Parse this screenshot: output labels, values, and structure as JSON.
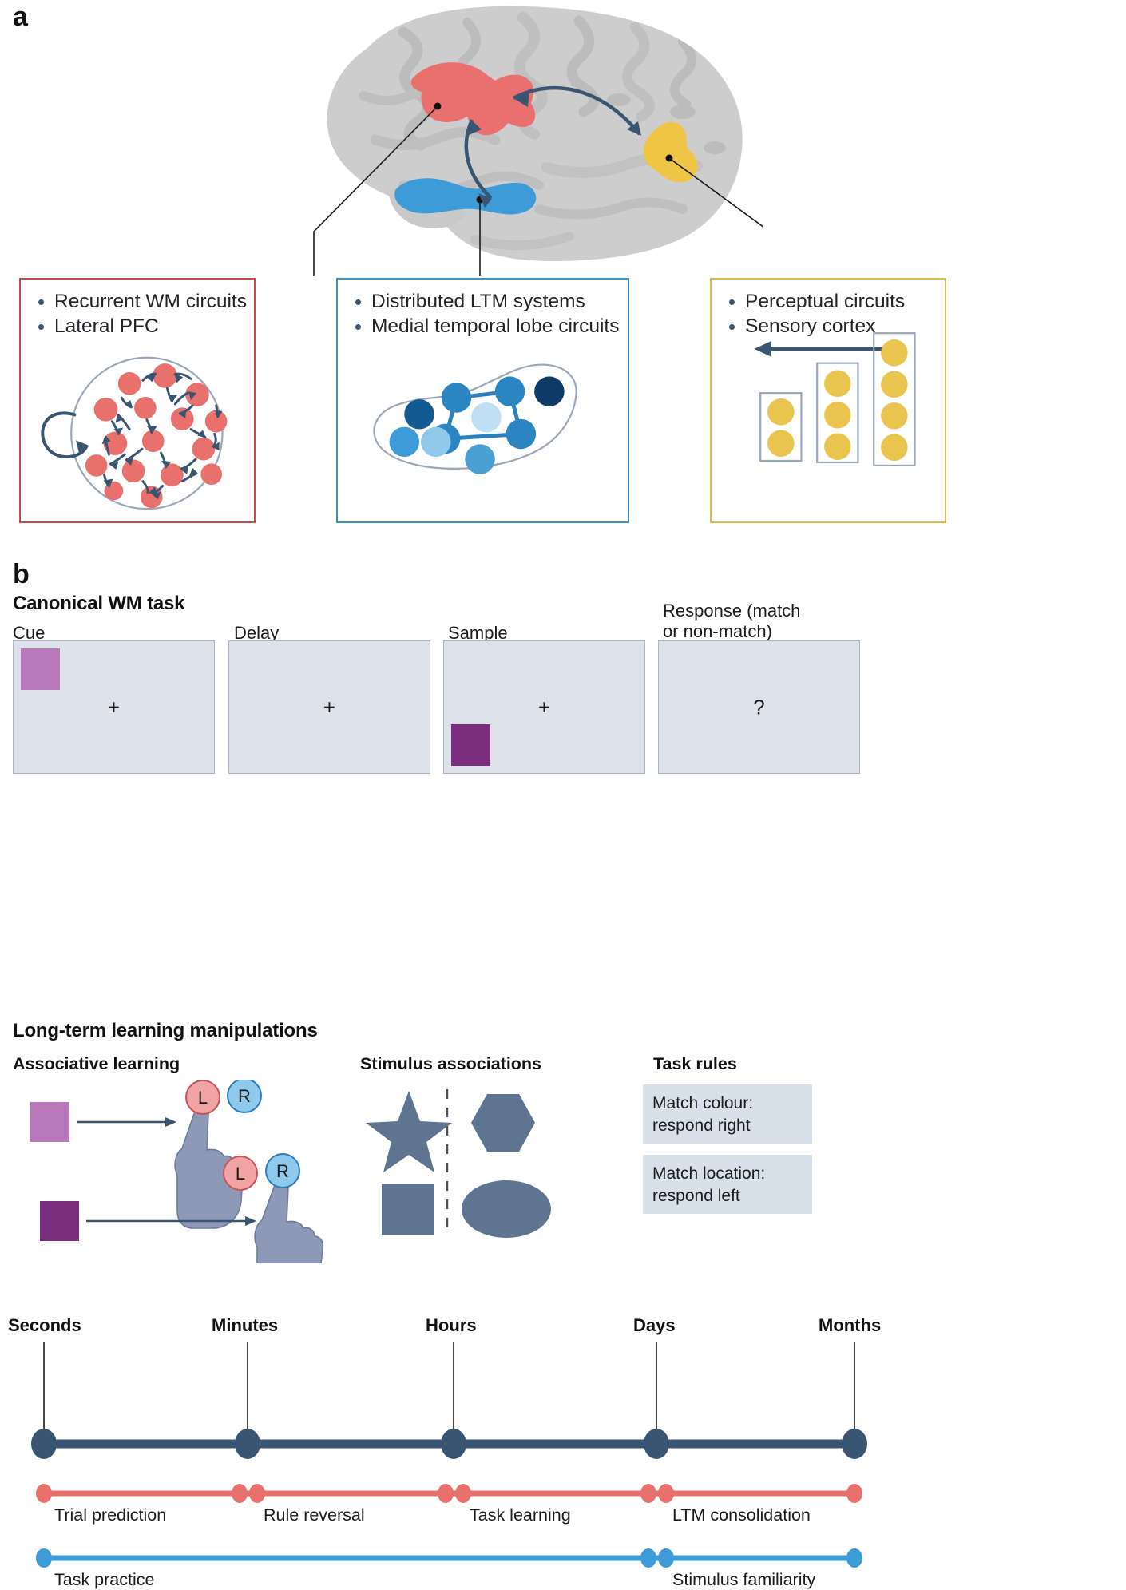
{
  "panels": {
    "a_letter": "a",
    "b_letter": "b"
  },
  "panel_a": {
    "red_box": {
      "border_color": "#cb4b4f",
      "bullets": [
        "Recurrent WM circuits",
        "Lateral PFC"
      ],
      "diagram": "recurrent-network-of-red-neurons-with-arrows-and-self-loop"
    },
    "blue_box": {
      "border_color": "#3f90c4",
      "bullets": [
        "Distributed LTM systems",
        "Medial temporal lobe circuits"
      ],
      "diagram": "hippocampal-outline-with-connected-blue-nodes"
    },
    "yellow_box": {
      "border_color": "#e2bb4a",
      "bullets": [
        "Perceptual circuits",
        "Sensory cortex"
      ],
      "diagram": "three-columns-of-yellow-dots-with-leftward-arrow"
    },
    "brain": {
      "regions": [
        {
          "name": "lateral-pfc",
          "color": "#ea6f6f"
        },
        {
          "name": "medial-temporal-lobe",
          "color": "#3d9bd8"
        },
        {
          "name": "sensory-cortex",
          "color": "#eec544"
        }
      ],
      "surface_color": "#cfcfcf"
    }
  },
  "panel_b": {
    "canonical_task": {
      "title": "Canonical WM task",
      "stages": [
        {
          "label": "Cue",
          "fixation": "+",
          "square": "cue",
          "square_color": "#b978b9"
        },
        {
          "label": "Delay",
          "fixation": "+",
          "square": null
        },
        {
          "label": "Sample",
          "fixation": "+",
          "square": "sample",
          "square_color": "#7b2d7e"
        },
        {
          "label": "Response (match\nor non-match)",
          "fixation": "?",
          "square": null
        }
      ]
    },
    "long_term": {
      "title": "Long-term learning manipulations",
      "associative_learning": {
        "title": "Associative learning",
        "rows": [
          {
            "square_color": "#b978b9",
            "buttons": [
              "L",
              "R"
            ],
            "pressed": "L"
          },
          {
            "square_color": "#7b2d7e",
            "buttons": [
              "L",
              "R"
            ],
            "pressed": "R"
          }
        ],
        "button_colors": {
          "L": "#f2a4a4",
          "R": "#8fc9ec"
        }
      },
      "stimulus_associations": {
        "title": "Stimulus associations",
        "shape_color": "#5f7491",
        "left_shapes": [
          "star",
          "square"
        ],
        "right_shapes": [
          "hexagon",
          "ellipse"
        ],
        "divider": "dashed-vertical"
      },
      "task_rules": {
        "title": "Task rules",
        "rules": [
          "Match colour:\nrespond right",
          "Match location:\nrespond left"
        ],
        "chip_color": "#d8e0e9"
      }
    },
    "timeline": {
      "axis_color": "#3a5571",
      "ticks": [
        "Seconds",
        "Minutes",
        "Hours",
        "Days",
        "Months"
      ],
      "red_track": {
        "color": "#e8716e",
        "segments": [
          "Trial prediction",
          "Rule reversal",
          "Task learning",
          "LTM consolidation"
        ]
      },
      "blue_track": {
        "color": "#3d9bd8",
        "segments": [
          "Task practice",
          "Stimulus familiarity"
        ]
      }
    }
  }
}
